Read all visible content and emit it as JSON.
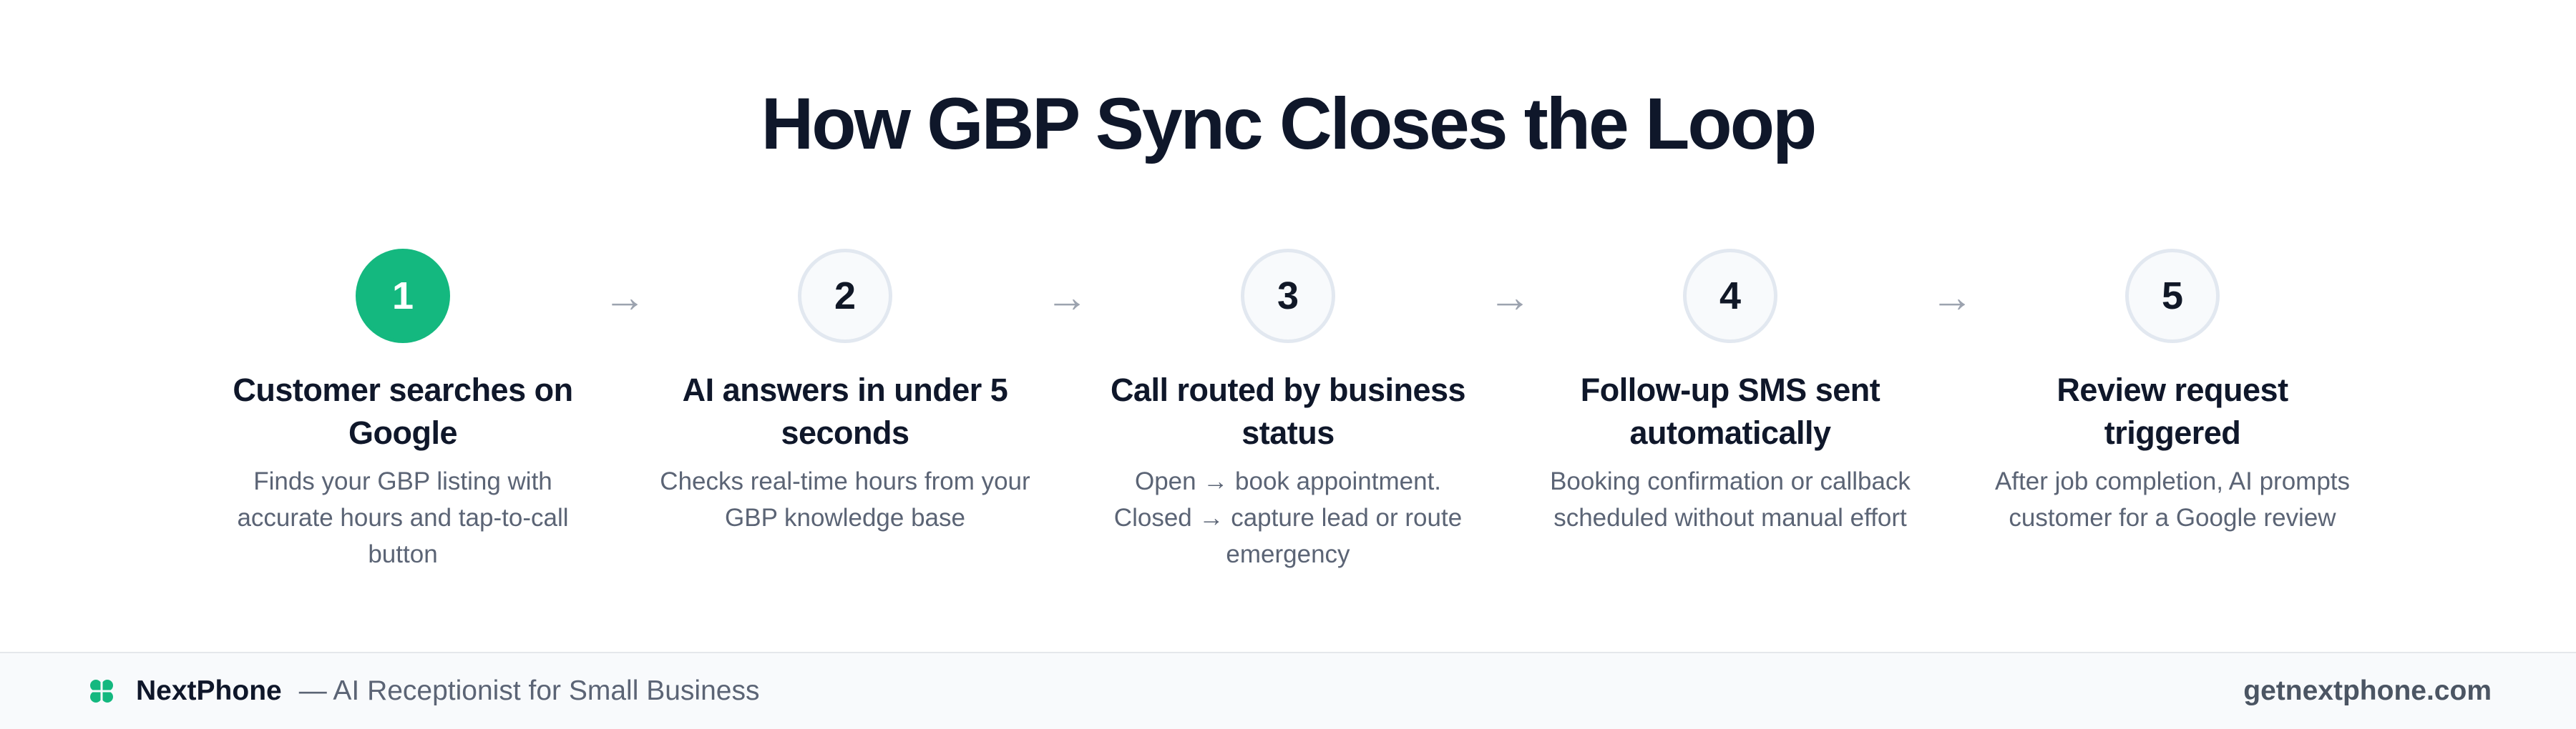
{
  "title": "How GBP Sync Closes the Loop",
  "colors": {
    "accent": "#14b87f",
    "heading": "#0f172a",
    "body_text": "#5b6475",
    "arrow": "#9ca3af",
    "circle_border": "#e2e8f0",
    "footer_bg": "#f8fafc"
  },
  "arrow_glyph": "→",
  "steps": [
    {
      "number": "1",
      "title": "Customer searches on Google",
      "description": "Finds your GBP listing with accurate hours and tap-to-call button",
      "highlighted": true
    },
    {
      "number": "2",
      "title": "AI answers in under 5 seconds",
      "description": "Checks real-time hours from your GBP knowledge base",
      "highlighted": false
    },
    {
      "number": "3",
      "title": "Call routed by business status",
      "description": "Open → book appointment. Closed → capture lead or route emergency",
      "highlighted": false
    },
    {
      "number": "4",
      "title": "Follow-up SMS sent automatically",
      "description": "Booking confirmation or callback scheduled without manual effort",
      "highlighted": false
    },
    {
      "number": "5",
      "title": "Review request triggered",
      "description": "After job completion, AI prompts customer for a Google review",
      "highlighted": false
    }
  ],
  "footer": {
    "logo_icon": "clover-logo-icon",
    "brand": "NextPhone",
    "tagline": "— AI Receptionist for Small Business",
    "website": "getnextphone.com"
  }
}
